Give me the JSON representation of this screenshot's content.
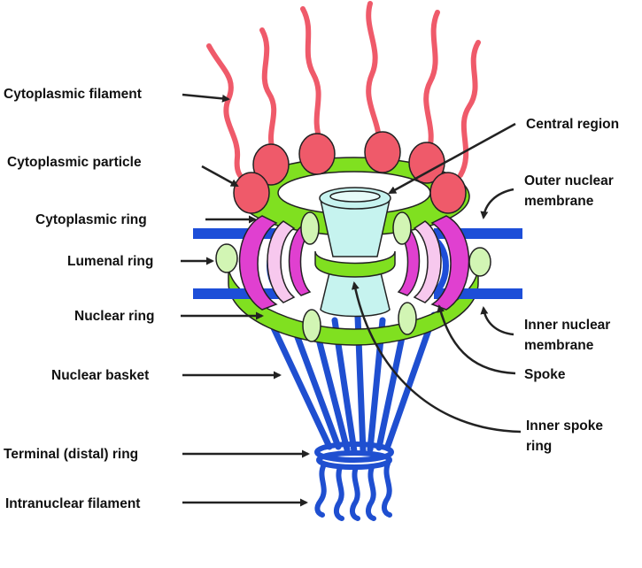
{
  "labels": {
    "cytoplasmic_filament": "Cytoplasmic filament",
    "cytoplasmic_particle": "Cytoplasmic particle",
    "cytoplasmic_ring": "Cytoplasmic ring",
    "lumenal_ring": "Lumenal ring",
    "nuclear_ring": "Nuclear ring",
    "nuclear_basket": "Nuclear basket",
    "terminal_ring": "Terminal (distal) ring",
    "intranuclear_filament": "Intranuclear filament",
    "central_region": "Central region",
    "outer_nuclear_membrane_1": "Outer nuclear",
    "outer_nuclear_membrane_2": "membrane",
    "inner_nuclear_membrane_1": "Inner nuclear",
    "inner_nuclear_membrane_2": "membrane",
    "spoke": "Spoke",
    "inner_spoke_ring_1": "Inner spoke",
    "inner_spoke_ring_2": "ring"
  },
  "colors": {
    "filament": "#ef5a6a",
    "particle": "#ef5a6a",
    "ring_green": "#80e020",
    "spoke_magenta": "#e040d0",
    "spoke_pink": "#f7c8ee",
    "light_green": "#d2f5b4",
    "central": "#c6f3ef",
    "membrane_blue": "#1d4ed8",
    "basket_blue": "#1f4fd0",
    "arrow": "#222222"
  }
}
